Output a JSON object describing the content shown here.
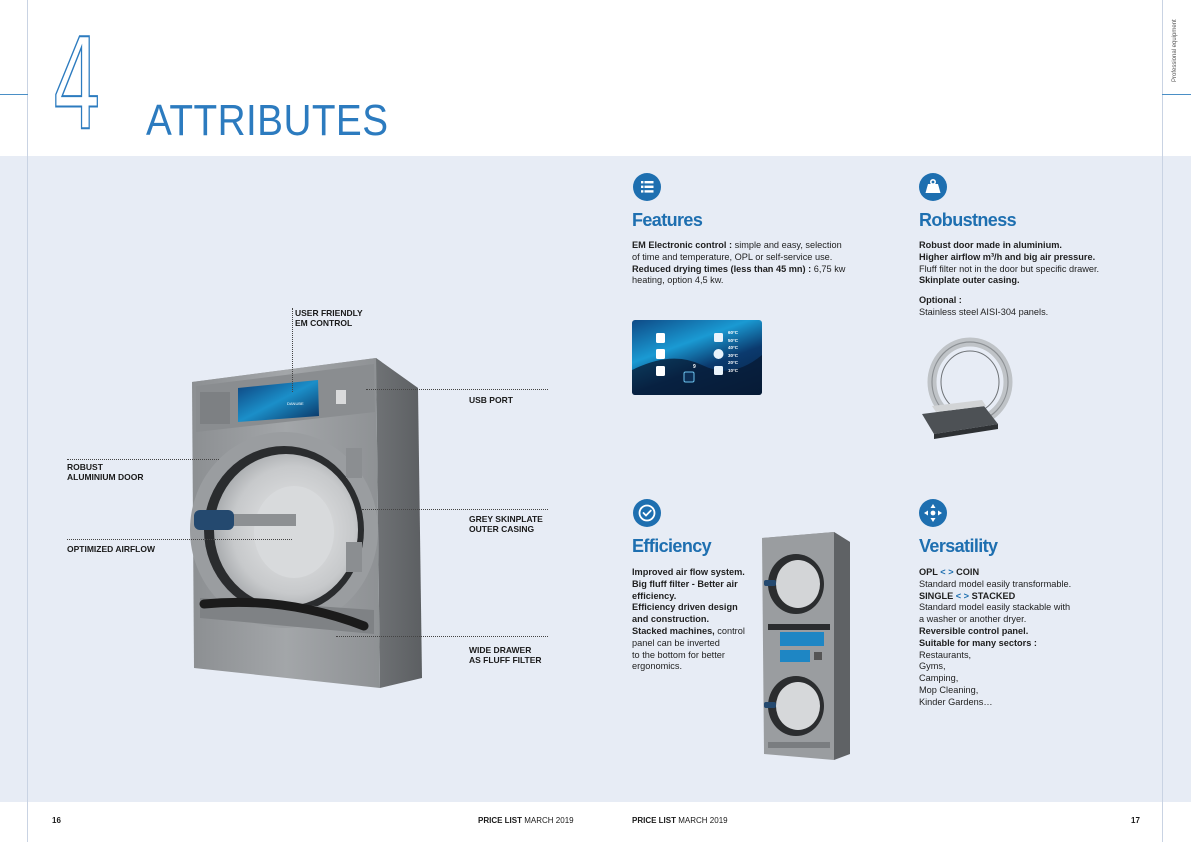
{
  "header": {
    "number": "4",
    "title": "ATTRIBUTES",
    "side_label": "Professional equipment"
  },
  "callouts": {
    "user_friendly": [
      "USER FRIENDLY",
      "EM CONTROL"
    ],
    "usb_port": [
      "USB PORT"
    ],
    "robust_door": [
      "ROBUST",
      "ALUMINIUM DOOR"
    ],
    "grey_skinplate": [
      "GREY SKINPLATE",
      "OUTER CASING"
    ],
    "optimized_airflow": [
      "OPTIMIZED AIRFLOW"
    ],
    "wide_drawer": [
      "WIDE DRAWER",
      "AS FLUFF FILTER"
    ]
  },
  "features": {
    "title": "Features",
    "lines": [
      {
        "bold": "EM Electronic control :",
        "text": " simple and easy, selection"
      },
      {
        "bold": "",
        "text": "of time and temperature, OPL or self-service use."
      },
      {
        "bold": "Reduced drying times (less than 45 mn) :",
        "text": " 6,75 kw"
      },
      {
        "bold": "",
        "text": "heating, option 4,5 kw."
      }
    ]
  },
  "robustness": {
    "title": "Robustness",
    "lines": [
      {
        "bold": "Robust door made in aluminium.",
        "text": ""
      },
      {
        "bold": "Higher airflow m³/h and big air pressure.",
        "text": ""
      },
      {
        "bold": "",
        "text": "Fluff filter not in the door but specific drawer."
      },
      {
        "bold": "Skinplate outer casing.",
        "text": ""
      }
    ],
    "optional_label": "Optional :",
    "optional_text": "Stainless steel AISI-304 panels."
  },
  "efficiency": {
    "title": "Efficiency",
    "lines": [
      {
        "bold": "Improved air flow system.",
        "text": ""
      },
      {
        "bold": "Big fluff filter - Better air",
        "text": ""
      },
      {
        "bold": "efficiency.",
        "text": ""
      },
      {
        "bold": "Efficiency driven design",
        "text": ""
      },
      {
        "bold": "and construction.",
        "text": ""
      },
      {
        "bold": "Stacked machines,",
        "text": " control"
      },
      {
        "bold": "",
        "text": "panel can be inverted"
      },
      {
        "bold": "",
        "text": "to the bottom for better"
      },
      {
        "bold": "",
        "text": "ergonomics."
      }
    ]
  },
  "versatility": {
    "title": "Versatility",
    "lines": [
      {
        "bold": "OPL",
        "accent": " < > ",
        "bold2": "COIN",
        "text": ""
      },
      {
        "bold": "",
        "text": "Standard model easily transformable."
      },
      {
        "bold": "SINGLE",
        "accent": " < > ",
        "bold2": "STACKED",
        "text": ""
      },
      {
        "bold": "",
        "text": "Standard model easily stackable with"
      },
      {
        "bold": "",
        "text": "a washer or another dryer."
      },
      {
        "bold": "Reversible control panel.",
        "text": ""
      },
      {
        "bold": "Suitable for many sectors :",
        "text": ""
      },
      {
        "bold": "",
        "text": "Restaurants,"
      },
      {
        "bold": "",
        "text": "Gyms,"
      },
      {
        "bold": "",
        "text": "Camping,"
      },
      {
        "bold": "",
        "text": "Mop Cleaning,"
      },
      {
        "bold": "",
        "text": "Kinder Gardens…"
      }
    ]
  },
  "control_panel": {
    "temps": [
      "60°C",
      "50°C",
      "40°C",
      "30°C",
      "20°C",
      "10°C"
    ],
    "digit": "9"
  },
  "brand": "DANUBE",
  "footer": {
    "left_page": "16",
    "right_page": "17",
    "price_list_bold": "PRICE LIST",
    "price_list_date": "MARCH 2019"
  },
  "colors": {
    "accent": "#1e6fb0",
    "title_blue": "#2c7bbf",
    "band": "#e7ecf5",
    "versatility_arrow": "#1e6fb0"
  }
}
